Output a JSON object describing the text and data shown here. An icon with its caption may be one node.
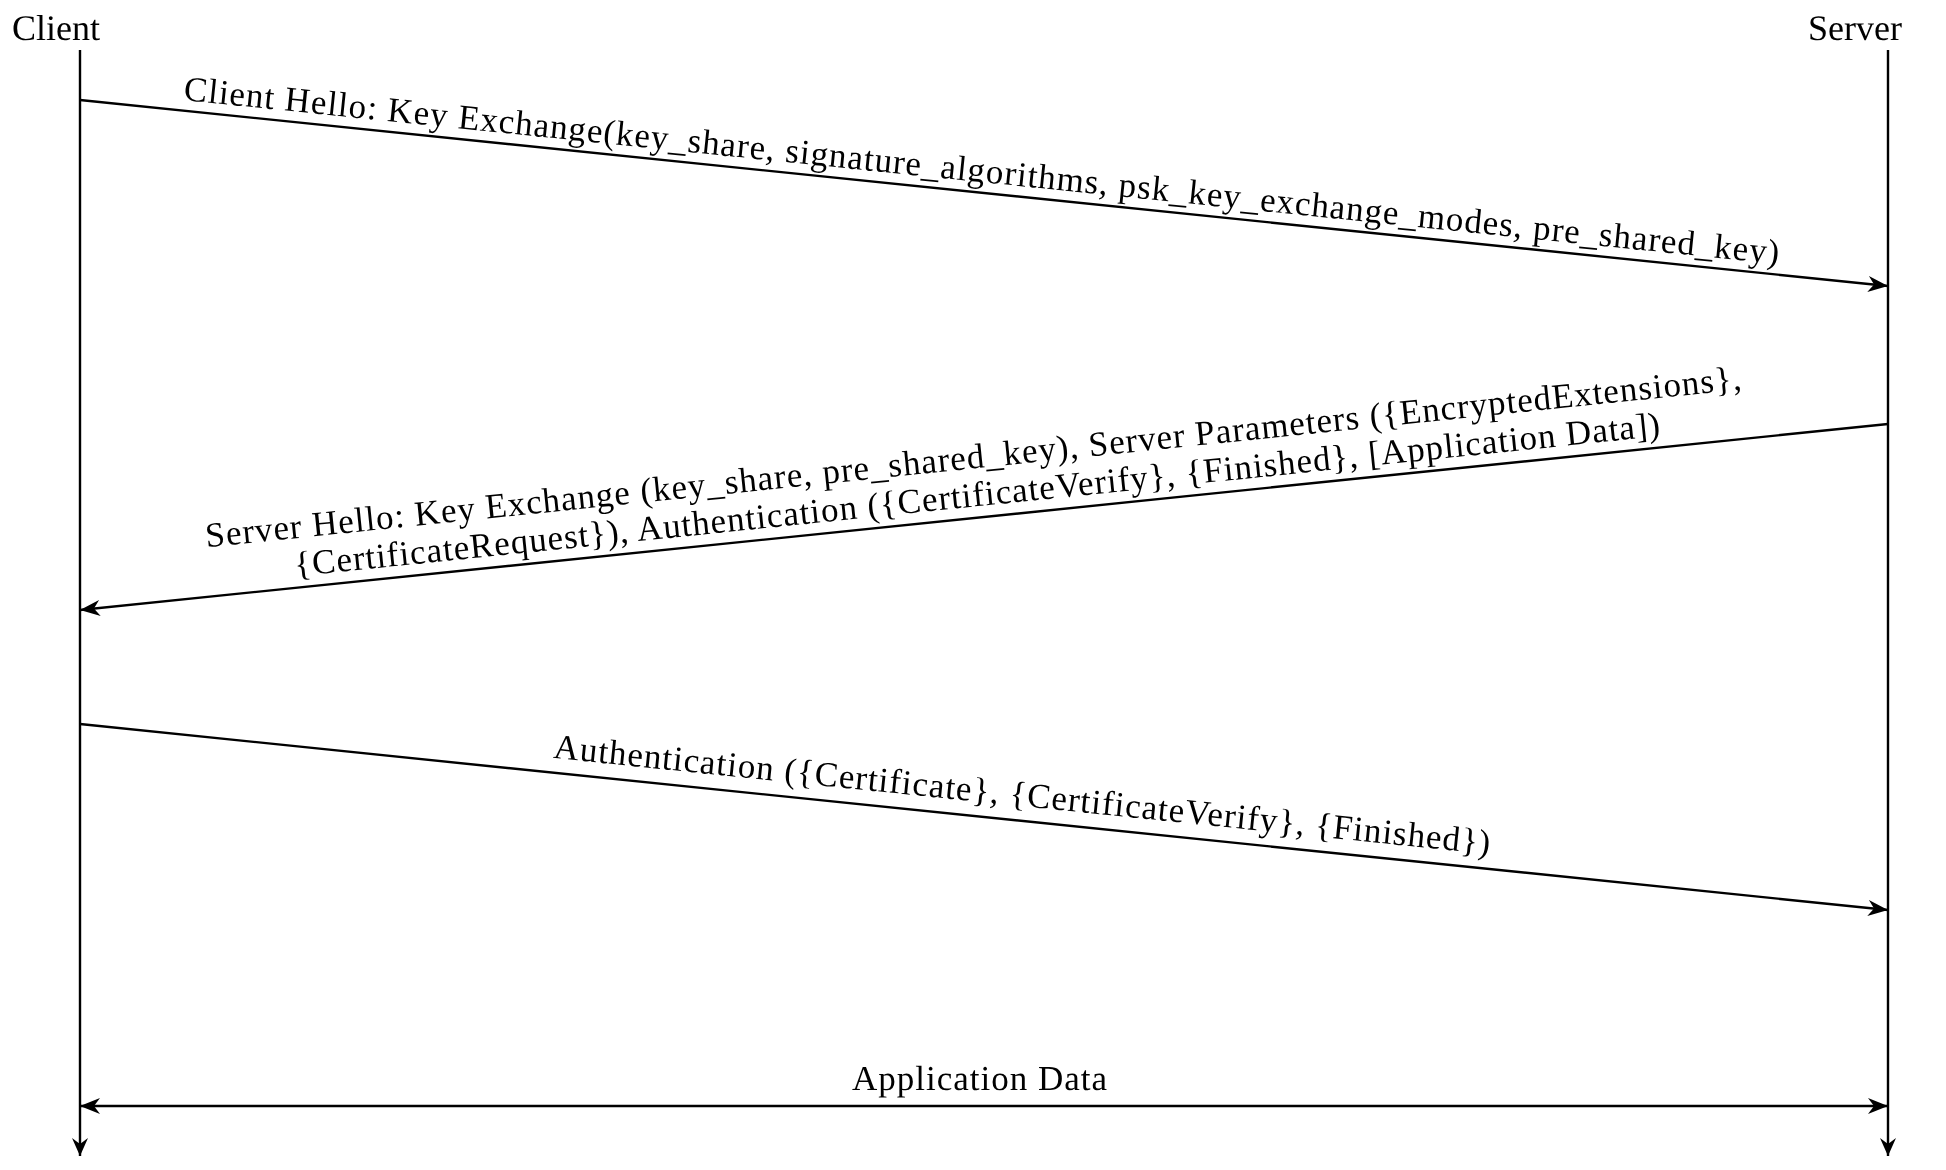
{
  "diagram": {
    "nodes": [
      {
        "text": [
          "Client"
        ]
      },
      {
        "text": [
          "Server"
        ]
      }
    ],
    "edges": [
      {
        "from": 0,
        "to": 1,
        "arrow": "to",
        "label": "Client Hello: Key Exchange(key_share, signature_algorithms, psk_key_exchange_modes, pre_shared_key)"
      },
      {
        "from": 1,
        "to": 0,
        "arrow": "to",
        "label": "Server Hello: Key Exchange (key_share, pre_shared_key), Server Parameters ({EncryptedExtensions}, {CertificateRequest}), Authentication ({CertificateVerify}, {Finished}, [Application Data])"
      },
      {
        "from": 0,
        "to": 1,
        "arrow": "to",
        "label": "Authentication ({Certificate}, {CertificateVerify}, {Finished})"
      },
      {
        "from": 0,
        "to": 1,
        "arrow": "both",
        "label": "Application Data"
      }
    ]
  }
}
